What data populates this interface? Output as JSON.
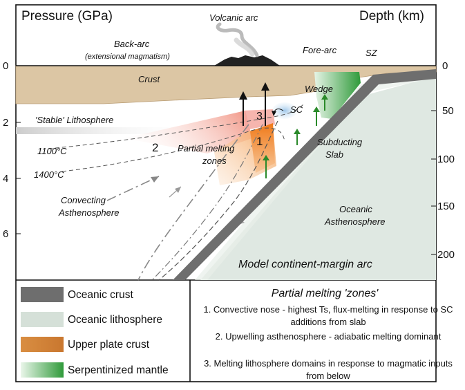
{
  "header": {
    "pressure_label": "Pressure (GPa)",
    "depth_label": "Depth (km)",
    "volcanic_arc": "Volcanic arc",
    "back_arc": "Back-arc",
    "back_arc_sub": "(extensional magmatism)",
    "fore_arc": "Fore-arc",
    "sz": "SZ"
  },
  "axes": {
    "pressure_ticks": [
      "0",
      "2",
      "4",
      "6"
    ],
    "depth_ticks": [
      "0",
      "50",
      "100",
      "150",
      "200"
    ]
  },
  "labels": {
    "crust": "Crust",
    "stable_lithosphere": "'Stable' Lithosphere",
    "t1100": "1100°C",
    "t1400": "1400°C",
    "zone2": "2",
    "zone3": "3",
    "zone1": "1",
    "partial_melting": "Partial melting",
    "zones": "zones",
    "sc": "SC",
    "wedge": "Wedge",
    "subducting": "Subducting",
    "slab": "Slab",
    "convecting": "Convecting",
    "asthenosphere": "Asthenosphere",
    "oceanic": "Oceanic",
    "oceanic_asthenosphere": "Asthenosphere",
    "model_title": "Model continent-margin arc"
  },
  "legend": [
    {
      "label": "Oceanic crust",
      "color": "#6e6e6e"
    },
    {
      "label": "Oceanic lithosphere",
      "color": "#d5e0d8"
    },
    {
      "label": "Upper plate crust",
      "color": "#d98e42"
    },
    {
      "label": "Serpentinized mantle",
      "color": "#2f9a3a"
    }
  ],
  "zones_box": {
    "title": "Partial melting 'zones'",
    "items": [
      "1. Convective nose - highest Ts, flux-melting in response to SC additions from slab",
      "2. Upwelling asthenosphere - adiabatic melting dominant",
      "3. Melting lithosphere domains in response to magmatic inputs from below"
    ]
  }
}
